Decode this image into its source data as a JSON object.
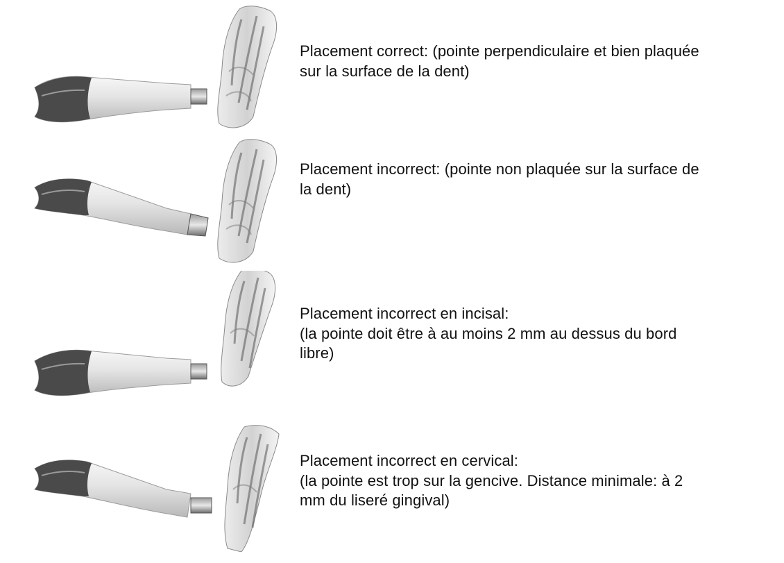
{
  "panels": [
    {
      "id": "correct",
      "icon": "tooth-probe-correct-icon",
      "lines": [
        "Placement correct: (pointe perpendiculaire et bien plaquée",
        "sur la surface de la dent)"
      ]
    },
    {
      "id": "not-flat",
      "icon": "tooth-probe-not-flat-icon",
      "lines": [
        "Placement incorrect: (pointe non plaquée sur la surface de",
        "la dent)"
      ]
    },
    {
      "id": "incisal",
      "icon": "tooth-probe-incisal-icon",
      "lines": [
        "Placement incorrect en  incisal:",
        "(la pointe doit être à au moins 2 mm au dessus du bord",
        "libre)"
      ]
    },
    {
      "id": "cervical",
      "icon": "tooth-probe-cervical-icon",
      "lines": [
        "Placement incorrect en cervical:",
        "(la pointe est trop sur la gencive. Distance minimale: à 2",
        "mm du liseré gingival)"
      ]
    }
  ]
}
